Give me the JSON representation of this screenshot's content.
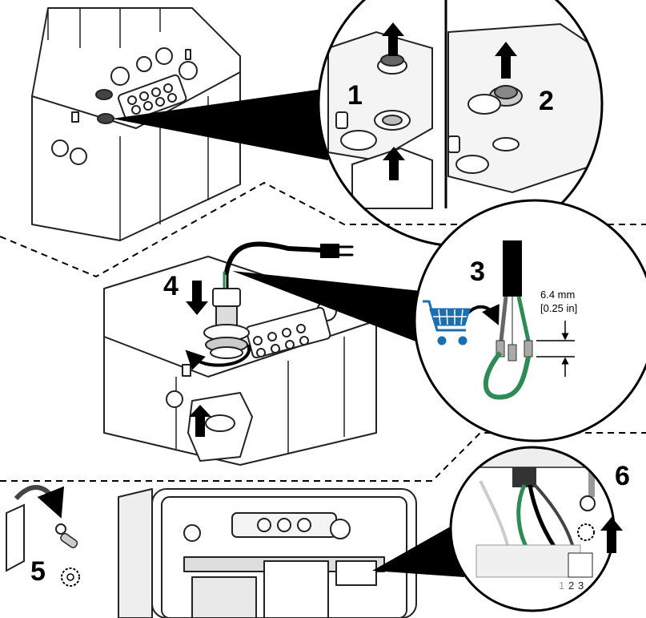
{
  "steps": {
    "s1": "1",
    "s2": "2",
    "s3": "3",
    "s4": "4",
    "s5": "5",
    "s6": "6"
  },
  "dimension": {
    "metric": "6.4 mm",
    "imperial": "[0.25 in]"
  },
  "terminals": {
    "t1": "1",
    "t2": "2",
    "t3": "3"
  },
  "icons": [
    "cart-icon",
    "lock-washer-icon",
    "ring-terminal-icon",
    "up-arrow-icon",
    "down-arrow-icon",
    "rotate-arrow-icon"
  ],
  "colors": {
    "green_wire": "#2e8b57",
    "cart_blue": "#1a6fb0",
    "arrow_black": "#000000",
    "outline": "#222222",
    "light_gray": "#c8c8c8"
  }
}
